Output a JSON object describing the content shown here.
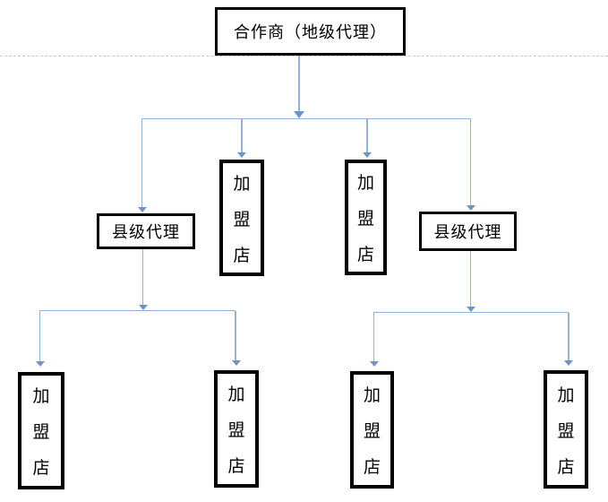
{
  "diagram": {
    "type": "org-chart",
    "nodes": {
      "root": {
        "label": "合作商（地级代理）"
      },
      "county_left": {
        "label": "县级代理"
      },
      "county_right": {
        "label": "县级代理"
      },
      "fr_mid_left": {
        "label": "加盟店",
        "chars": [
          "加",
          "盟",
          "店"
        ]
      },
      "fr_mid_right": {
        "label": "加盟店",
        "chars": [
          "加",
          "盟",
          "店"
        ]
      },
      "fr_bottom_1": {
        "label": "加盟店",
        "chars": [
          "加",
          "盟",
          "店"
        ]
      },
      "fr_bottom_2": {
        "label": "加盟店",
        "chars": [
          "加",
          "盟",
          "店"
        ]
      },
      "fr_bottom_3": {
        "label": "加盟店",
        "chars": [
          "加",
          "盟",
          "店"
        ]
      },
      "fr_bottom_4": {
        "label": "加盟店",
        "chars": [
          "加",
          "盟",
          "店"
        ]
      }
    },
    "edges": [
      {
        "from": "root",
        "to": "county_left"
      },
      {
        "from": "root",
        "to": "fr_mid_left"
      },
      {
        "from": "root",
        "to": "fr_mid_right"
      },
      {
        "from": "root",
        "to": "county_right"
      },
      {
        "from": "county_left",
        "to": "fr_bottom_1"
      },
      {
        "from": "county_left",
        "to": "fr_bottom_2"
      },
      {
        "from": "county_right",
        "to": "fr_bottom_3"
      },
      {
        "from": "county_right",
        "to": "fr_bottom_4"
      }
    ]
  },
  "colors": {
    "line": "#95b3d7",
    "arrow": "#6f94c3",
    "box-border": "#000000",
    "divider": "#c6c6c6",
    "background": "#ffffff"
  }
}
